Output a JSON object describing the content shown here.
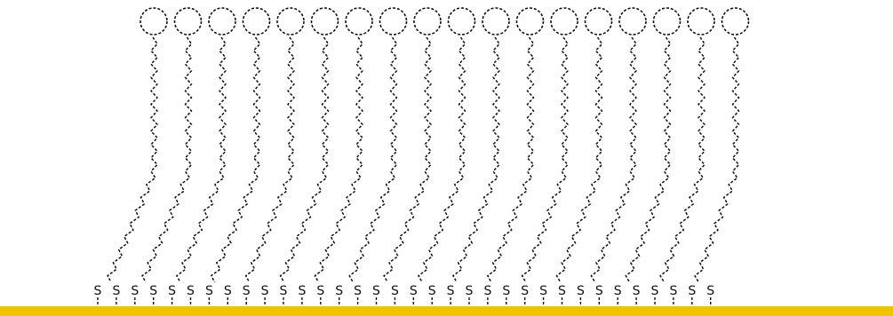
{
  "diagram": {
    "molecule_count": 18,
    "anchor_label": "S",
    "anchor_count": 34,
    "colors": {
      "line": "#111111",
      "surface": "#f2c300",
      "background": "#ffffff"
    }
  }
}
